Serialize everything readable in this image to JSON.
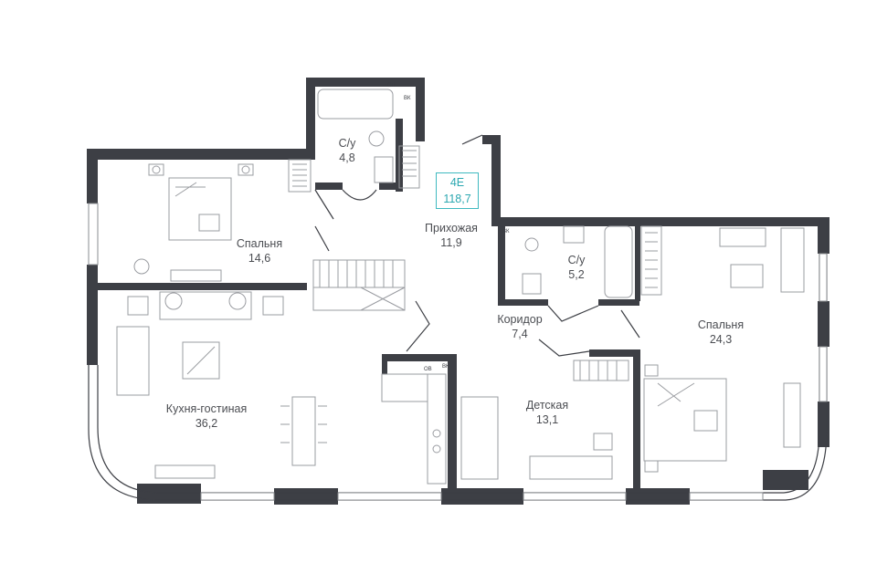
{
  "unit": {
    "code": "4Е",
    "total_area": "118,7"
  },
  "rooms": [
    {
      "name": "С/у",
      "area": "4,8"
    },
    {
      "name": "Прихожая",
      "area": "11,9"
    },
    {
      "name": "Спальня",
      "area": "14,6"
    },
    {
      "name": "С/у",
      "area": "5,2"
    },
    {
      "name": "Коридор",
      "area": "7,4"
    },
    {
      "name": "Спальня",
      "area": "24,3"
    },
    {
      "name": "Кухня-гостиная",
      "area": "36,2"
    },
    {
      "name": "Детская",
      "area": "13,1"
    }
  ],
  "tags": {
    "ob": "ОВ",
    "vk": "ВК"
  },
  "colors": {
    "wall": "#3d3f45",
    "accent": "#3fb9c0",
    "furniture": "#9a9ca1"
  }
}
